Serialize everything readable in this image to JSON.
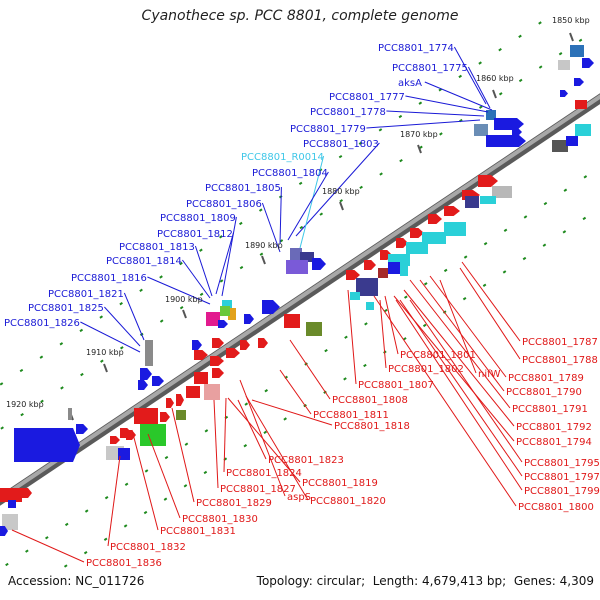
{
  "title": "Cyanothece sp. PCC 8801, complete genome",
  "footer": {
    "accession_label": "Accession:",
    "accession": "NC_011726",
    "topology_label": "Topology:",
    "topology": "circular",
    "length_label": "Length:",
    "length": "4,679,413 bp",
    "genes_label": "Genes:",
    "genes": "4,309"
  },
  "colors": {
    "upper_labels": "#1a1ad6",
    "rna_label": "#3fc7e8",
    "lower_labels": "#e01818",
    "backbone": "#8a8a8a",
    "ticks": "#1e8a1e"
  },
  "kbp_marks": [
    "1850 kbp",
    "1860 kbp",
    "1870 kbp",
    "1880 kbp",
    "1890 kbp",
    "1900 kbp",
    "1910 kbp",
    "1920 kbp"
  ],
  "upper_genes": [
    "PCC8801_1774",
    "PCC8801_1775",
    "aksA",
    "PCC8801_1777",
    "PCC8801_1778",
    "PCC8801_1779",
    "PCC8801_1803",
    "PCC8801_R0014",
    "PCC8801_1804",
    "PCC8801_1805",
    "PCC8801_1806",
    "PCC8801_1809",
    "PCC8801_1812",
    "PCC8801_1813",
    "PCC8801_1814",
    "PCC8801_1816",
    "PCC8801_1821",
    "PCC8801_1825",
    "PCC8801_1826"
  ],
  "lower_genes": [
    "PCC8801_1787",
    "PCC8801_1788",
    "PCC8801_1801",
    "nifW",
    "PCC8801_1789",
    "PCC8801_1802",
    "PCC8801_1790",
    "PCC8801_1807",
    "PCC8801_1808",
    "PCC8801_1791",
    "PCC8801_1811",
    "PCC8801_1818",
    "PCC8801_1792",
    "PCC8801_1794",
    "PCC8801_1823",
    "PCC8801_1795",
    "PCC8801_1824",
    "PCC8801_1797",
    "PCC8801_1819",
    "PCC8801_1827",
    "aspS",
    "PCC8801_1799",
    "PCC8801_1829",
    "PCC8801_1820",
    "PCC8801_1800",
    "PCC8801_1830",
    "PCC8801_1831",
    "PCC8801_1832",
    "PCC8801_1836"
  ]
}
